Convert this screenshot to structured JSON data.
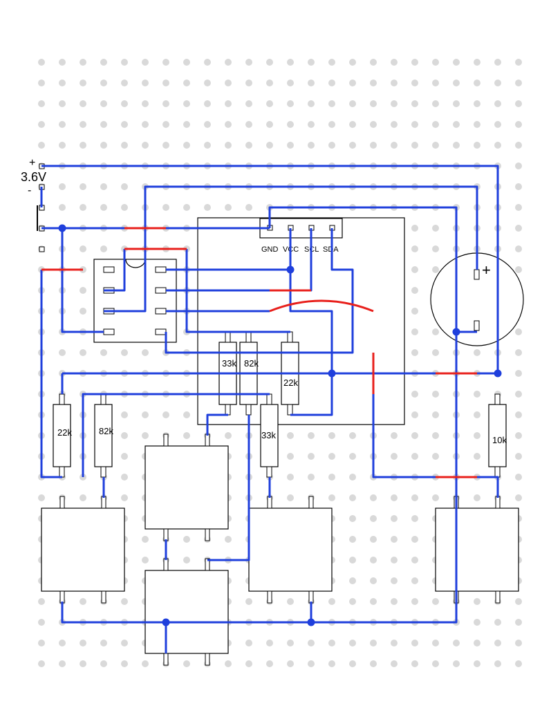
{
  "battery": {
    "plus_sign": "+",
    "minus_sign": "-",
    "voltage": "3.6V"
  },
  "sensor_module": {
    "pins": [
      "GND",
      "VCC",
      "SCL",
      "SDA"
    ]
  },
  "capacitor": {
    "polarity_mark": "+"
  },
  "resistors": {
    "r1": "33k",
    "r2": "82k",
    "r3": "22k",
    "r4": "22k",
    "r5": "82k",
    "r6": "33k",
    "r7": "10k"
  },
  "colors": {
    "background": "#ffffff",
    "hole": "#d9d9d9",
    "wire": "#1f3fdc",
    "link": "#e8201c",
    "outline": "#000000"
  }
}
